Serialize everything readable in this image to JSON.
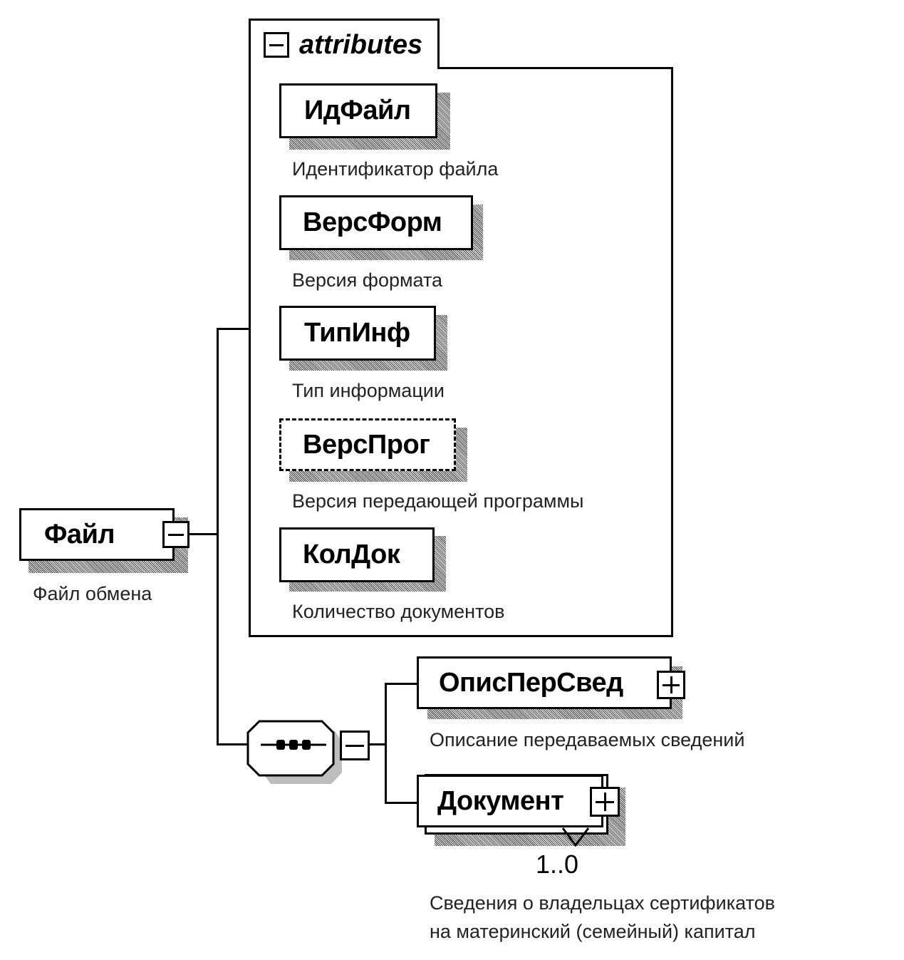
{
  "root": {
    "name": "Файл",
    "description": "Файл обмена",
    "toggle": "collapse"
  },
  "attributes_group": {
    "label": "attributes",
    "toggle": "collapse",
    "items": [
      {
        "name": "ИдФайл",
        "description": "Идентификатор файла",
        "optional": false
      },
      {
        "name": "ВерсФорм",
        "description": "Версия формата",
        "optional": false
      },
      {
        "name": "ТипИнф",
        "description": "Тип информации",
        "optional": false
      },
      {
        "name": "ВерсПрог",
        "description": "Версия передающей программы",
        "optional": true
      },
      {
        "name": "КолДок",
        "description": "Количество документов",
        "optional": false
      }
    ]
  },
  "sequence": {
    "type": "sequence",
    "toggle": "collapse"
  },
  "children": [
    {
      "name": "ОписПерСвед",
      "description": "Описание передаваемых сведений",
      "toggle": "expand",
      "multiplicity": ""
    },
    {
      "name": "Документ",
      "description_lines": [
        "Сведения о владельцах сертификатов",
        "на материнский (семейный) капитал"
      ],
      "toggle": "expand",
      "multiplicity": "1..0"
    }
  ]
}
